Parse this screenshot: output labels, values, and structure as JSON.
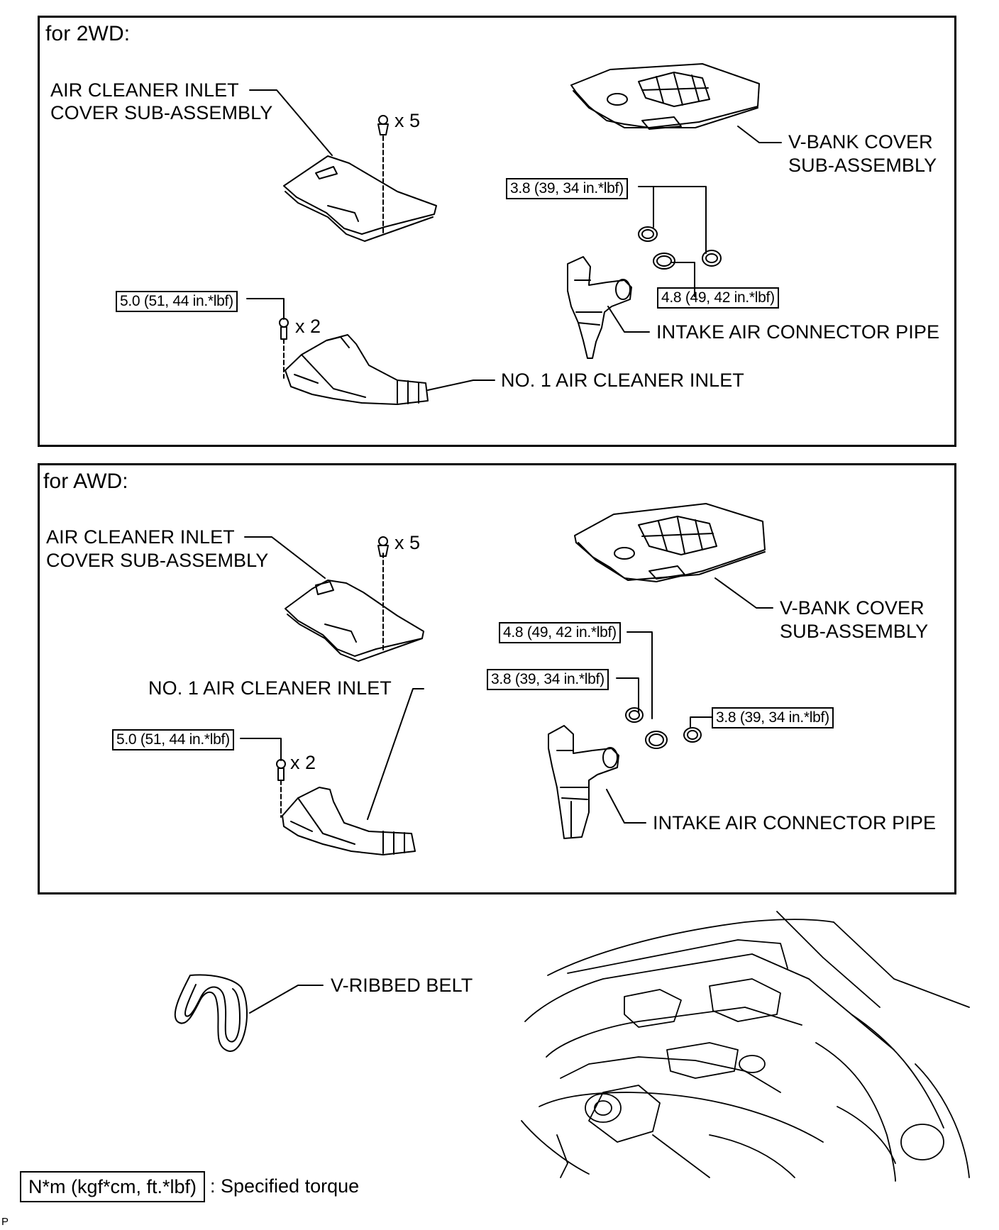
{
  "panel_2wd": {
    "heading": "for 2WD:",
    "inlet_cover_line1": "AIR CLEANER INLET",
    "inlet_cover_line2": "COVER SUB-ASSEMBLY",
    "clip_qty": "x 5",
    "vbank_line1": "V-BANK COVER",
    "vbank_line2": "SUB-ASSEMBLY",
    "torque_clamp_top": "3.8 (39, 34 in.*lbf)",
    "torque_bolt": "5.0 (51, 44 in.*lbf)",
    "bolt_qty": "x 2",
    "torque_clamp_lower": "4.8 (49, 42 in.*lbf)",
    "connector_pipe": "INTAKE AIR CONNECTOR PIPE",
    "cleaner_inlet": "NO. 1 AIR CLEANER INLET"
  },
  "panel_awd": {
    "heading": "for AWD:",
    "inlet_cover_line1": "AIR CLEANER INLET",
    "inlet_cover_line2": "COVER SUB-ASSEMBLY",
    "clip_qty": "x 5",
    "vbank_line1": "V-BANK COVER",
    "vbank_line2": "SUB-ASSEMBLY",
    "torque_clamp_a": "4.8 (49, 42 in.*lbf)",
    "torque_clamp_b": "3.8 (39, 34 in.*lbf)",
    "torque_clamp_c": "3.8 (39, 34 in.*lbf)",
    "cleaner_inlet": "NO. 1 AIR CLEANER INLET",
    "torque_bolt": "5.0 (51, 44 in.*lbf)",
    "bolt_qty": "x 2",
    "connector_pipe": "INTAKE AIR CONNECTOR PIPE"
  },
  "belt_label": "V-RIBBED BELT",
  "legend": {
    "box": "N*m (kgf*cm, ft.*lbf)",
    "text": ": Specified torque"
  },
  "code": "P"
}
